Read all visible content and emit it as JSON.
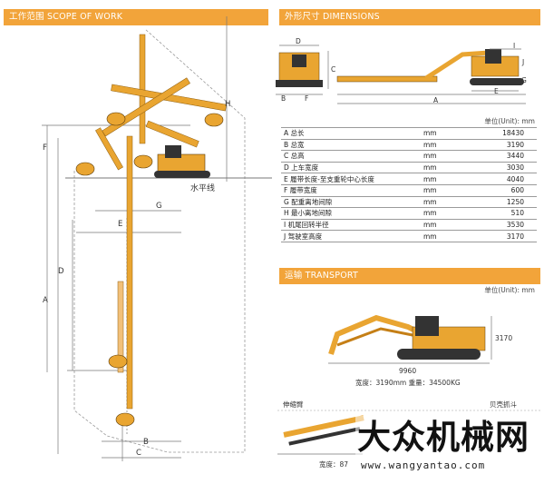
{
  "left": {
    "title": "工作范围 SCOPE OF WORK",
    "horizontal_label": "水平线",
    "dim_letters": [
      "A",
      "B",
      "C",
      "D",
      "E",
      "F",
      "G",
      "H"
    ]
  },
  "dimensions": {
    "title": "外形尺寸 DIMENSIONS",
    "unit": "单位(Unit): mm",
    "diagram_letters": [
      "D",
      "B",
      "F",
      "C",
      "A",
      "E",
      "I",
      "G",
      "J"
    ],
    "rows": [
      {
        "label": "A 总长",
        "unit": "mm",
        "value": "18430"
      },
      {
        "label": "B 总宽",
        "unit": "mm",
        "value": "3190"
      },
      {
        "label": "C 总高",
        "unit": "mm",
        "value": "3440"
      },
      {
        "label": "D 上车宽度",
        "unit": "mm",
        "value": "3030"
      },
      {
        "label": "E 履带长度-至支重轮中心长度",
        "unit": "mm",
        "value": "4040"
      },
      {
        "label": "F 履带宽度",
        "unit": "mm",
        "value": "600"
      },
      {
        "label": "G 配重离地间隙",
        "unit": "mm",
        "value": "1250"
      },
      {
        "label": "H 最小离地间隙",
        "unit": "mm",
        "value": "510"
      },
      {
        "label": "I 机尾回转半径",
        "unit": "mm",
        "value": "3530"
      },
      {
        "label": "J 驾驶室高度",
        "unit": "mm",
        "value": "3170"
      }
    ]
  },
  "transport": {
    "title": "运输 TRANSPORT",
    "unit": "单位(Unit): mm",
    "height_value": "3170",
    "length_value": "9960",
    "caption": "宽度：3190mm   重量：34500KG",
    "label_left": "伸缩臂",
    "label_right": "贝壳抓斗",
    "caption_bottom": "宽度：87"
  },
  "watermark": {
    "text": "大众机械网",
    "url": "www.wangyantao.com"
  },
  "colors": {
    "accent": "#f2a43a",
    "machine": "#e9a531",
    "line": "#8a8a8a"
  }
}
